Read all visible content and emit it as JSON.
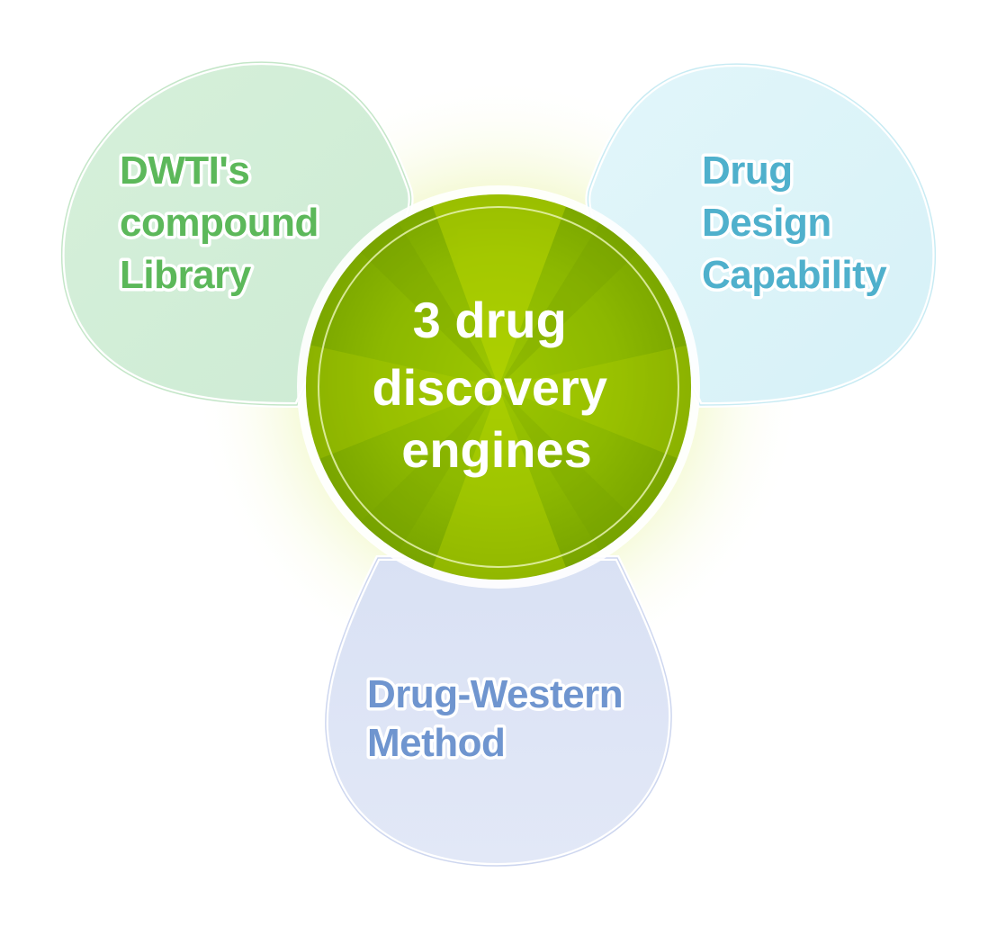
{
  "center": {
    "lines": [
      "3 drug",
      "discovery",
      "engines"
    ]
  },
  "petals": {
    "left": {
      "lines": [
        "DWTI's",
        "compound",
        "Library"
      ],
      "color": "#5cb85a"
    },
    "right": {
      "lines": [
        "Drug",
        "Design",
        "Capability"
      ],
      "color": "#4fb0cc"
    },
    "bottom": {
      "lines": [
        "Drug-Western",
        "Method"
      ],
      "color": "#6f95cf"
    }
  },
  "colors": {
    "left_fill": "#d4efd9",
    "right_fill": "#dcf3f8",
    "bottom_fill": "#dde4f5",
    "center_dark": "#7aa600",
    "center_light": "#b4d400",
    "glow": "#e4f08a"
  }
}
